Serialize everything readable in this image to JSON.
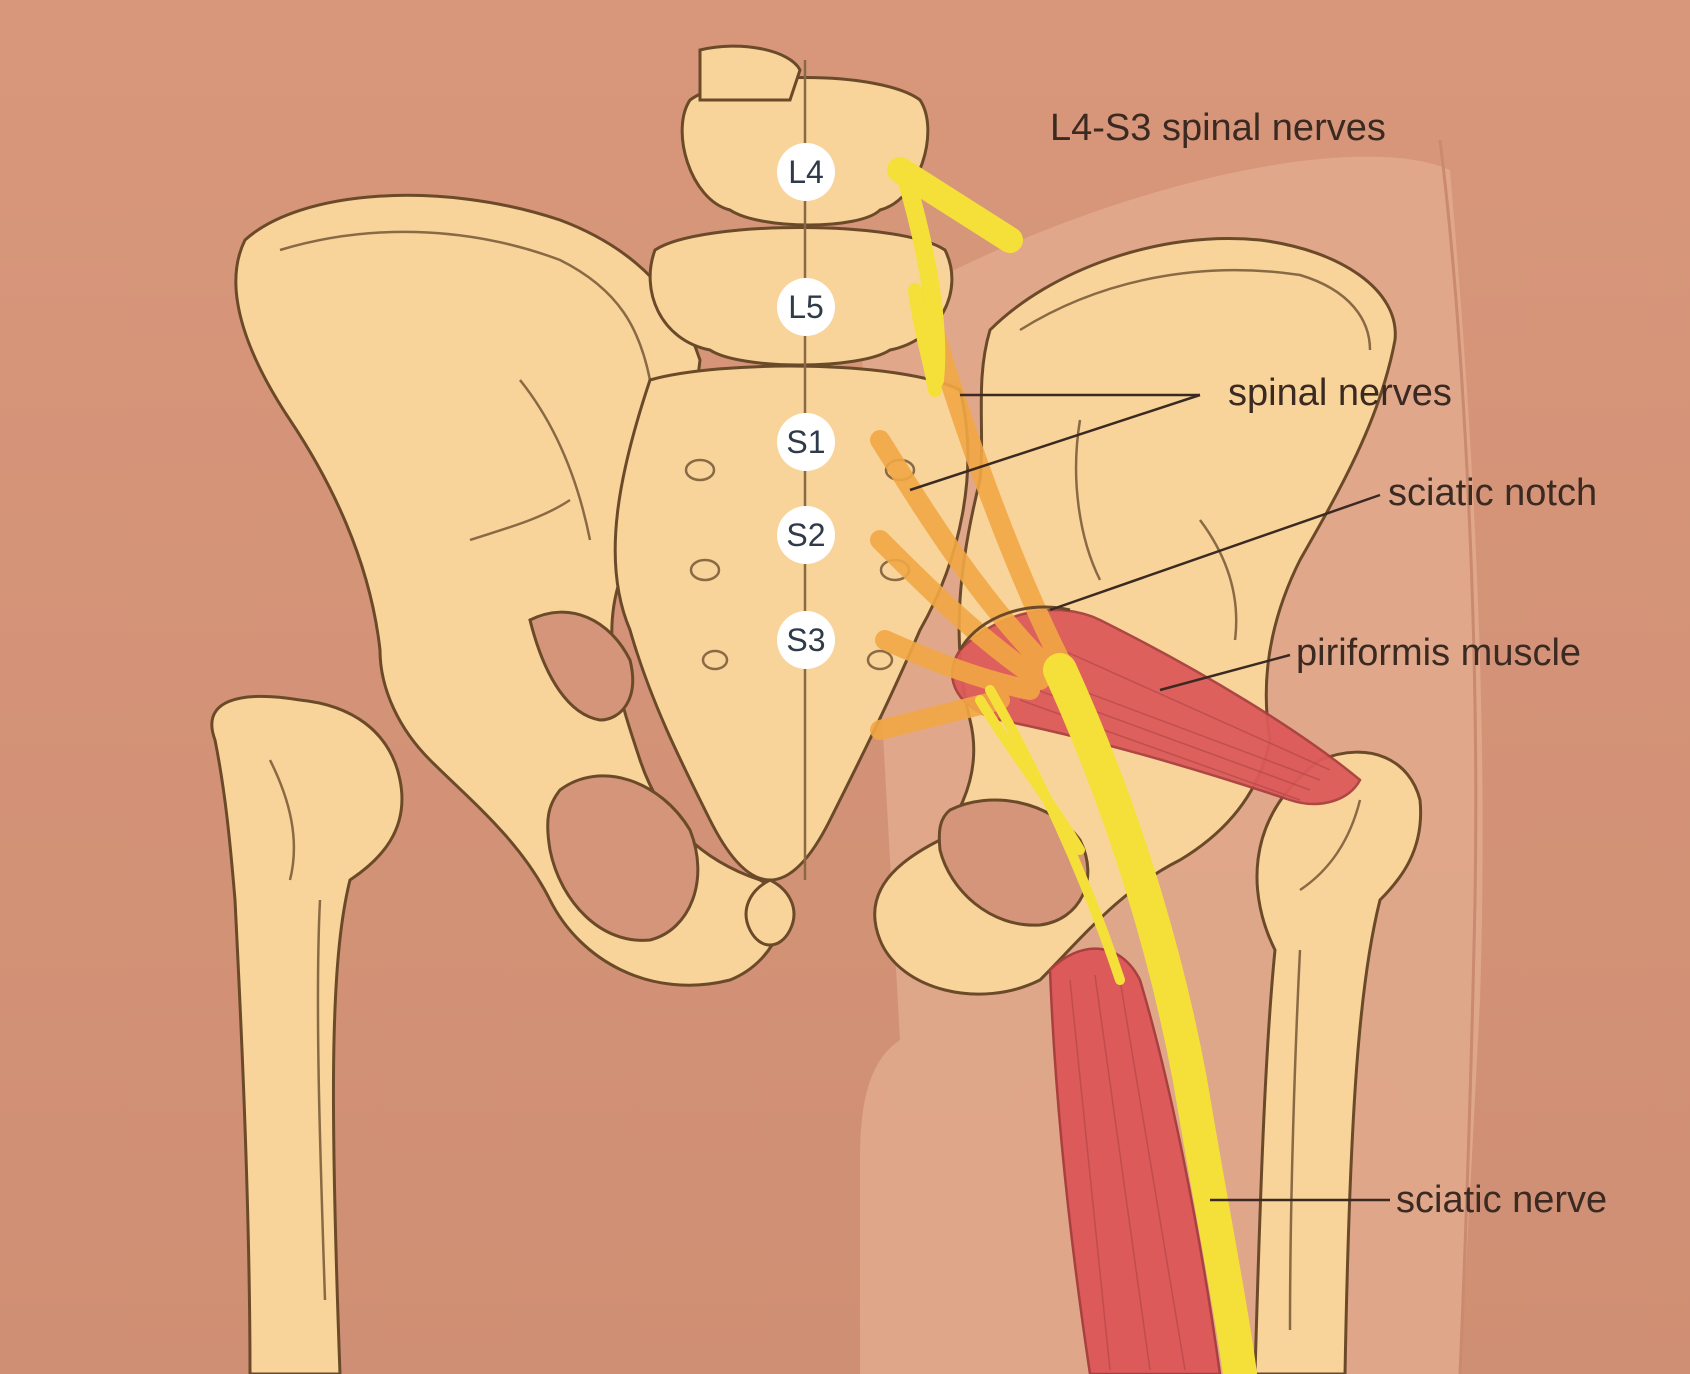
{
  "colors": {
    "skin": "#d4957a",
    "skin_light": "#e3ab8f",
    "bone": "#f8d49a",
    "bone_outline": "#6b4a2a",
    "nerve_yellow": "#f5e03a",
    "nerve_orange": "#f2a845",
    "muscle_red": "#dc5a5a",
    "badge_fill": "#ffffff",
    "text": "#3a2a22"
  },
  "vertebra_badges": [
    "L4",
    "L5",
    "S1",
    "S2",
    "S3"
  ],
  "labels": {
    "spinal_nerves_l4_s3": "L4-S3 spinal nerves",
    "spinal_nerves": "spinal nerves",
    "sciatic_notch": "sciatic notch",
    "piriformis_muscle": "piriformis muscle",
    "sciatic_nerve": "sciatic nerve"
  }
}
